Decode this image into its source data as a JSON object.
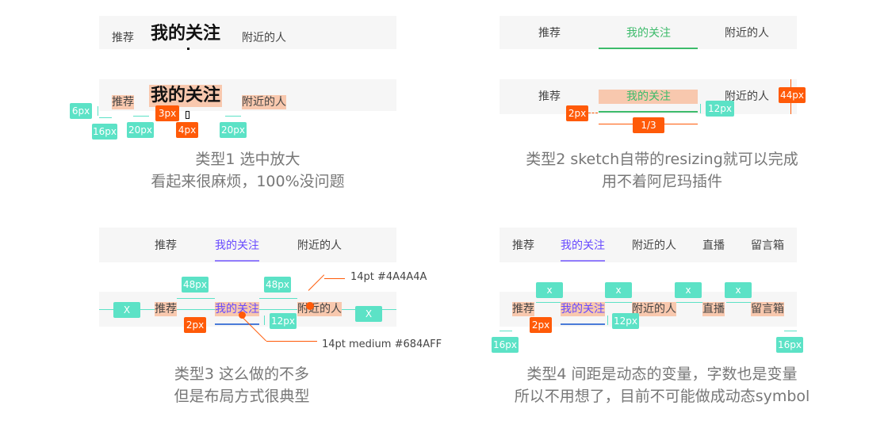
{
  "tabs_p1": {
    "left": "推荐",
    "selected": "我的关注",
    "right": "附近的人"
  },
  "tabs_p2": {
    "left": "推荐",
    "selected": "我的关注",
    "right": "附近的人"
  },
  "tabs_p3": {
    "left": "推荐",
    "selected": "我的关注",
    "right": "附近的人"
  },
  "tabs_p4": {
    "t1": "推荐",
    "t2": "我的关注",
    "t3": "附近的人",
    "t4": "直播",
    "t5": "留言箱"
  },
  "dims": {
    "px6": "6px",
    "px16": "16px",
    "px20": "20px",
    "px3": "3px",
    "px4": "4px",
    "px2": "2px",
    "px12": "12px",
    "px44": "44px",
    "third": "1/3",
    "px48": "48px",
    "x_upper": "X",
    "x_lower": "x"
  },
  "annotations": {
    "unselected": "14pt #4A4A4A",
    "selected": "14pt medium #684AFF"
  },
  "captions": {
    "type1_l1": "类型1 选中放大",
    "type1_l2": "看起来很麻烦，100%没问题",
    "type2_l1": "类型2 sketch自带的resizing就可以完成",
    "type2_l2": "用不着阿尼玛插件",
    "type3_l1": "类型3 这么做的不多",
    "type3_l2": "但是布局方式很典型",
    "type4_l1": "类型4 间距是动态的变量，字数也是变量",
    "type4_l2": "所以不用想了，目前不可能做成动态symbol"
  },
  "colors": {
    "highlight": "#f8c8ae",
    "green_tag": "#5ce2c6",
    "orange_tag": "#ff5a08",
    "green": "#3dbb6b",
    "blue": "#684AFF"
  }
}
